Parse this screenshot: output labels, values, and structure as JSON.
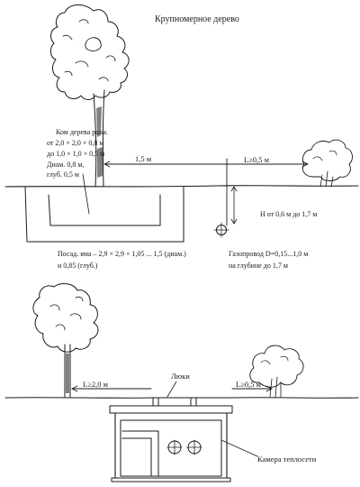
{
  "top_diagram": {
    "tree_title": "Крупномерное дерево",
    "root_ball_lines": [
      "Ком дерева разм.",
      "от 2,0 × 2,0 × 0,8 м",
      "до 1,0 × 1,0 × 0,5 м",
      "Диам. 0,8 м,",
      "глуб. 0,5 м"
    ],
    "distance_to_pipe": "1,5 м",
    "distance_to_shrub": "L≥0,5 м",
    "pipe_depth": "H от 0,6 м до 1,7 м",
    "pit_lines": [
      "Посад. яма – 2,9 × 2,9 × 1,05 ... 1,5 (диам.)",
      "и 0,85 (глуб.)"
    ],
    "gas_pipe_lines": [
      "Газопровод D=0,15...1,0 м",
      "на глубине до 1,7 м"
    ]
  },
  "bottom_diagram": {
    "distance_left": "L≥2,0 м",
    "distance_right": "L≥0,5 м",
    "hatch_label": "Люки",
    "chamber_label": "Камера теплосети"
  },
  "colors": {
    "ink": "#1a1a1a",
    "paper": "#ffffff"
  }
}
